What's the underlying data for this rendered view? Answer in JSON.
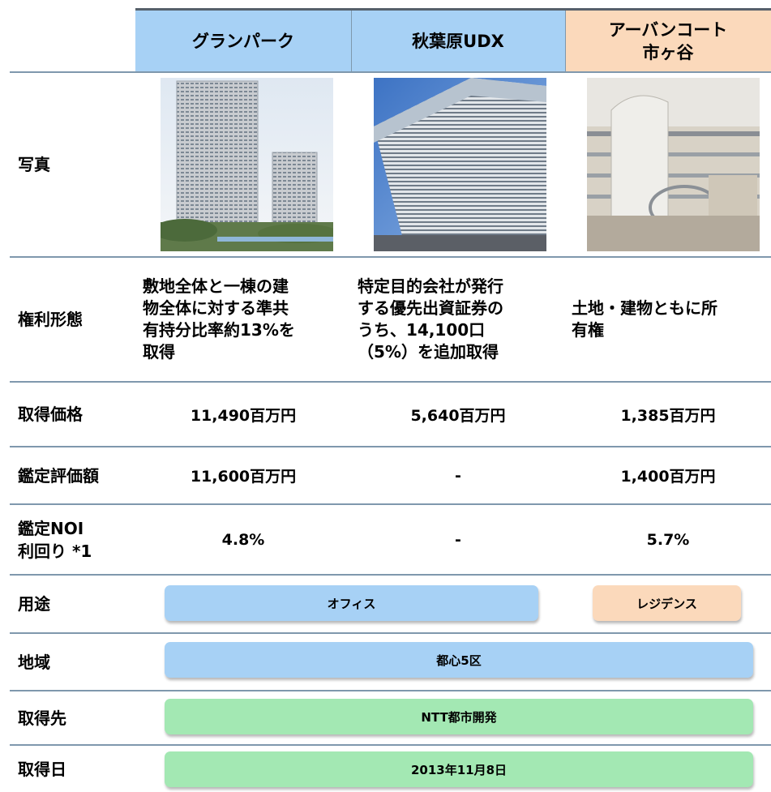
{
  "columns": [
    {
      "name": "グランパーク",
      "line2": ""
    },
    {
      "name": "秋葉原UDX",
      "line2": ""
    },
    {
      "name": "アーバンコート",
      "line2": "市ヶ谷"
    }
  ],
  "rows": {
    "photo": {
      "label": "写真"
    },
    "rights": {
      "label": "権利形態",
      "values": [
        [
          "敷地全体と一棟の建",
          "物全体に対する準共",
          "有持分比率約13%を",
          "取得"
        ],
        [
          "特定目的会社が発行",
          "する優先出資証券の",
          "うち、14,100口",
          "（5%）を追加取得"
        ],
        [
          "土地・建物ともに所",
          "有権"
        ]
      ]
    },
    "price": {
      "label": "取得価格",
      "values": [
        "11,490百万円",
        "5,640百万円",
        "1,385百万円"
      ]
    },
    "appraisal": {
      "label": "鑑定評価額",
      "values": [
        "11,600百万円",
        "-",
        "1,400百万円"
      ]
    },
    "noi": {
      "label_line1": "鑑定NOI",
      "label_line2": "利回り *1",
      "values": [
        "4.8%",
        "-",
        "5.7%"
      ]
    },
    "usage": {
      "label": "用途",
      "office": "オフィス",
      "residence": "レジデンス"
    },
    "area": {
      "label": "地域",
      "value": "都心5区"
    },
    "seller": {
      "label": "取得先",
      "value": "NTT都市開発"
    },
    "date": {
      "label": "取得日",
      "value": "2013年11月8日"
    }
  },
  "colors": {
    "header_blue": "#a7d1f5",
    "header_peach": "#fbd9bb",
    "pill_green": "#a3e8b3",
    "gridline": "#7f98ad"
  }
}
